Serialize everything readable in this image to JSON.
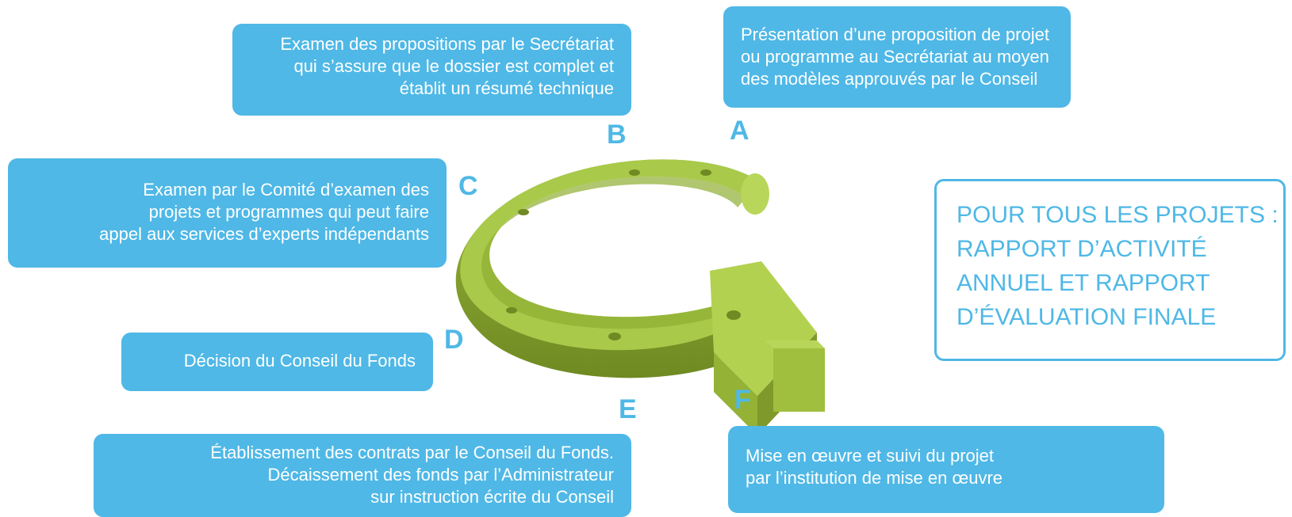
{
  "steps": [
    {
      "letter": "A",
      "lines": [
        "Présentation d’une proposition de projet",
        "ou programme au Secrétariat au moyen",
        "des modèles approuvés par le Conseil"
      ]
    },
    {
      "letter": "B",
      "lines": [
        "Examen des propositions par le Secrétariat",
        "qui s’assure que le dossier est complet et",
        "établit un résumé technique"
      ]
    },
    {
      "letter": "C",
      "lines": [
        "Examen par le Comité d’examen des",
        "projets et programmes qui peut faire",
        "appel aux services d’experts indépendants"
      ]
    },
    {
      "letter": "D",
      "lines": [
        "Décision du Conseil du Fonds"
      ]
    },
    {
      "letter": "E",
      "lines": [
        "Établissement des contrats par le Conseil du Fonds.",
        "Décaissement des fonds par l’Administrateur",
        "sur instruction écrite du Conseil"
      ]
    },
    {
      "letter": "F",
      "lines": [
        "Mise en œuvre et suivi du projet",
        "par l’institution de mise en œuvre"
      ]
    }
  ],
  "summary": {
    "lines": [
      "POUR TOUS LES PROJETS :",
      "RAPPORT D’ACTIVITÉ",
      "ANNUEL ET RAPPORT",
      "D’ÉVALUATION FINALE"
    ]
  },
  "colors": {
    "box": "#4fb8e6",
    "arrow_top": "#a9c94a",
    "arrow_side": "#7f9a2a",
    "text": "#ffffff"
  },
  "icons": {
    "cycle": "curved-arrow-icon"
  }
}
